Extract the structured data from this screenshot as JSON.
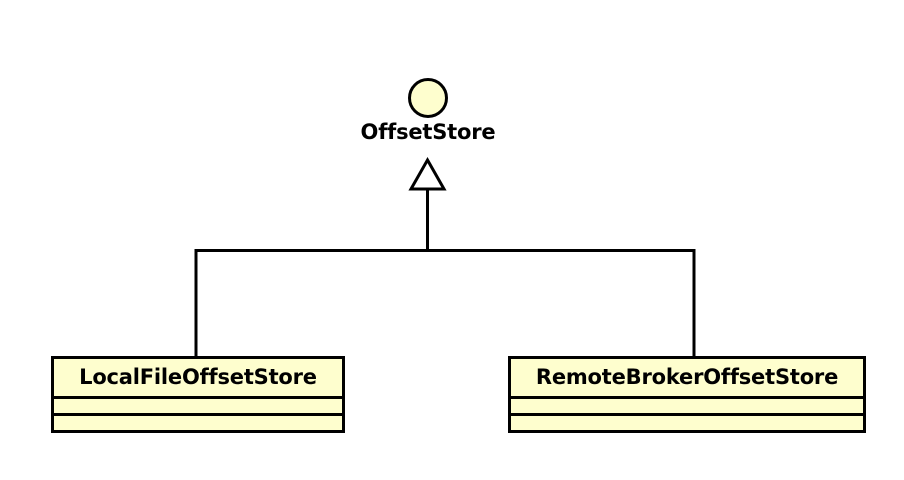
{
  "diagram": {
    "type": "uml-class-diagram",
    "background_color": "#FFFFFF",
    "fill_color": "#FEFECE",
    "stroke_color": "#000000",
    "text_color": "#000000",
    "interface": {
      "name": "OffsetStore",
      "notation": "lollipop-circle",
      "icon": "interface-circle-icon"
    },
    "classes": [
      {
        "name": "LocalFileOffsetStore",
        "attributes": [],
        "methods": []
      },
      {
        "name": "RemoteBrokerOffsetStore",
        "attributes": [],
        "methods": []
      }
    ],
    "relationships": [
      {
        "type": "generalization",
        "arrow": "hollow-triangle",
        "from": "LocalFileOffsetStore",
        "to": "OffsetStore"
      },
      {
        "type": "generalization",
        "arrow": "hollow-triangle",
        "from": "RemoteBrokerOffsetStore",
        "to": "OffsetStore"
      }
    ]
  }
}
